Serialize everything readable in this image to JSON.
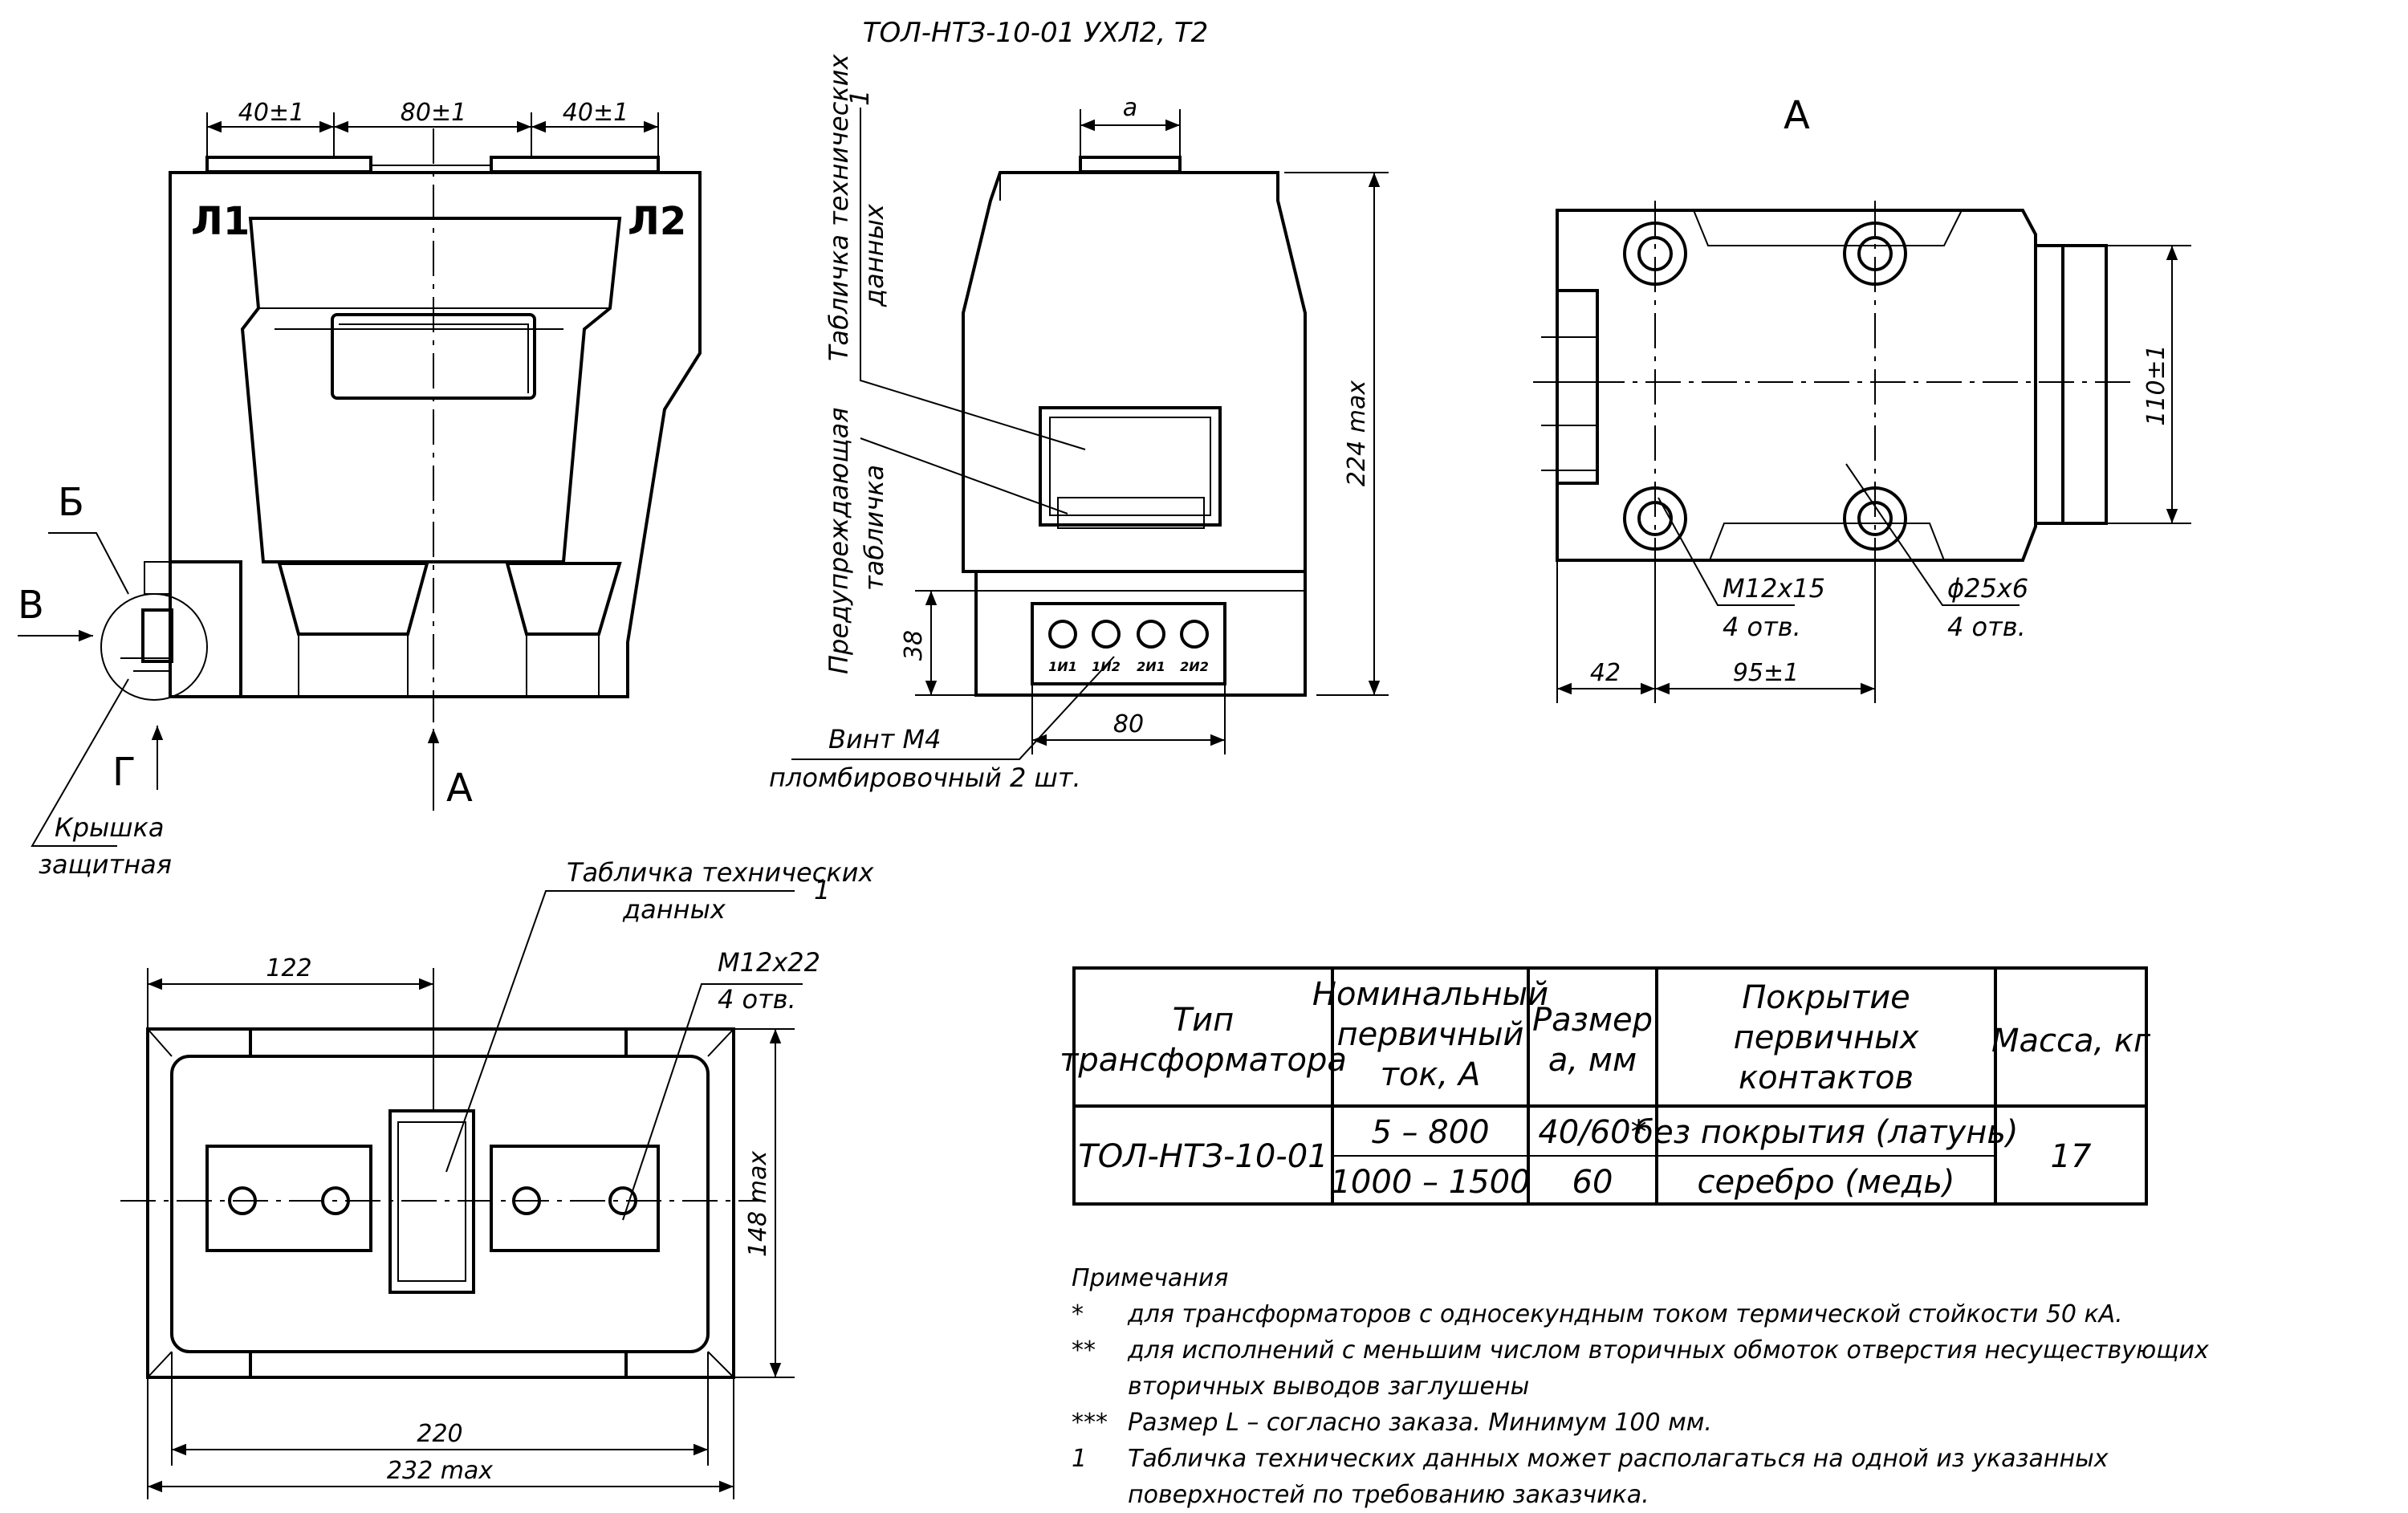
{
  "title": "ТОЛ-НТЗ-10-01 УХЛ2, Т2",
  "view_labels": {
    "a": "А",
    "b": "Б",
    "v": "В",
    "g": "Г",
    "l1": "Л1",
    "l2": "Л2"
  },
  "front_view": {
    "dims": {
      "d1": "40±1",
      "d2": "80±1",
      "d3": "40±1"
    },
    "cover_label_1": "Крышка",
    "cover_label_2": "защитная"
  },
  "side_view": {
    "dims": {
      "a": "а",
      "h224": "224 max",
      "h38": "38",
      "w80": "80"
    },
    "plate_tech_1": "Табличка технических",
    "plate_tech_2": "данных",
    "plate_tech_ref": "1",
    "plate_warn_1": "Предупреждающая",
    "plate_warn_2": "табличка",
    "screw_1": "Винт М4",
    "screw_2": "пломбировочный 2 шт.",
    "terminals": [
      "1И1",
      "1И2",
      "2И1",
      "2И2"
    ]
  },
  "view_a": {
    "dims": {
      "h110": "110±1",
      "w42": "42",
      "w95": "95±1"
    },
    "hole_label": "М12х15",
    "hole_count": "4 отв.",
    "dia_label": "ϕ25х6",
    "dia_count": "4 отв."
  },
  "bottom_view": {
    "dims": {
      "w122": "122",
      "w220": "220",
      "w232": "232 max",
      "h148": "148 max"
    },
    "plate_tech_1": "Табличка технических",
    "plate_tech_2": "данных",
    "plate_tech_ref": "1",
    "thread_label": "М12х22",
    "thread_count": "4 отв."
  },
  "table": {
    "headers": {
      "type_1": "Тип",
      "type_2": "трансформатора",
      "cur_1": "Номинальный",
      "cur_2": "первичный",
      "cur_3": "ток, А",
      "size_1": "Размер",
      "size_2": "а, мм",
      "cov_1": "Покрытие",
      "cov_2": "первичных",
      "cov_3": "контактов",
      "mass": "Масса, кг"
    },
    "type": "ТОЛ-НТЗ-10-01",
    "rows": [
      {
        "current": "5 – 800",
        "size": "40/60*",
        "coating": "без покрытия (латунь)"
      },
      {
        "current": "1000 – 1500",
        "size": "60",
        "coating": "серебро (медь)"
      }
    ],
    "mass": "17"
  },
  "notes": {
    "title": "Примечания",
    "items": [
      {
        "mark": "*",
        "text": "для трансформаторов с односекундным током термической стойкости 50 кА."
      },
      {
        "mark": "**",
        "text": "для исполнений с меньшим числом вторичных обмоток отверстия несуществующих"
      },
      {
        "mark": "",
        "text": "вторичных выводов заглушены"
      },
      {
        "mark": "***",
        "text": "Размер L – согласно заказа. Минимум 100 мм."
      },
      {
        "mark": "1",
        "text": "Табличка технических данных может располагаться на одной из указанных"
      },
      {
        "mark": "",
        "text": "поверхностей по требованию заказчика."
      }
    ]
  }
}
